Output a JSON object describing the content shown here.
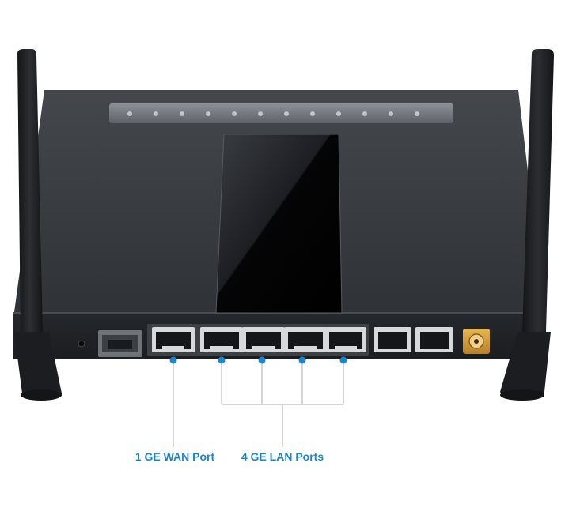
{
  "callouts": {
    "wan_label": "1 GE WAN Port",
    "lan_label": "4 GE LAN Ports"
  },
  "colors": {
    "accent": "#1e86c8",
    "connector_line": "#c8c8c8",
    "router_body": "#2b2e33",
    "router_top": "#3a3d42",
    "antenna": "#1f2124",
    "power_jack": "#d8a23a"
  },
  "icons": {
    "led_strip": "status-led-icons",
    "ports": "ethernet-port-icons"
  }
}
